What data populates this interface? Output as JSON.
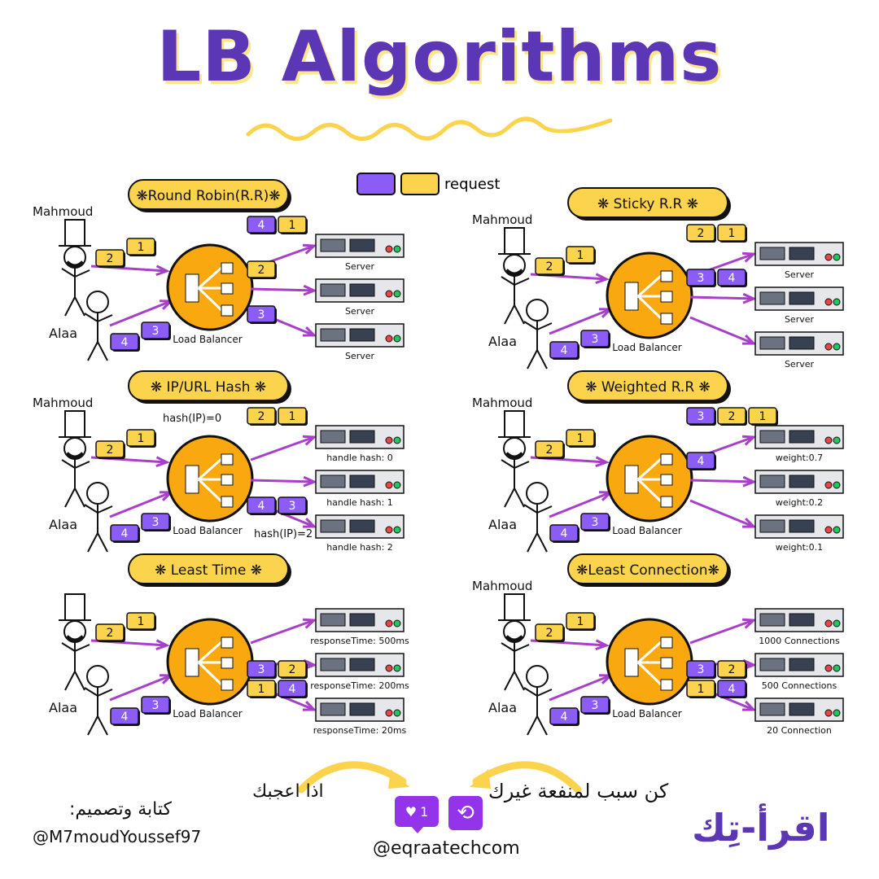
{
  "title": "LB Algorithms",
  "legend": {
    "label": "request",
    "colors": [
      "#8b5cf6",
      "#fcd34d"
    ]
  },
  "colors": {
    "purple": "#8b5cf6",
    "yellow": "#fcd34d",
    "lb": "#f9a90f",
    "arrow": "#a83fc9",
    "title": "#5b37b5"
  },
  "panels": [
    {
      "title": "❋Round Robin(R.R)❋",
      "users": [
        "Mahmoud",
        "Alaa"
      ],
      "lb_label": "Load Balancer",
      "servers": [
        {
          "label": "Server",
          "tags": [
            {
              "n": "4",
              "c": "purple"
            },
            {
              "n": "1",
              "c": "yellow"
            }
          ]
        },
        {
          "label": "Server",
          "tags": [
            {
              "n": "2",
              "c": "yellow"
            }
          ]
        },
        {
          "label": "Server",
          "tags": [
            {
              "n": "3",
              "c": "purple"
            }
          ]
        }
      ],
      "notes": []
    },
    {
      "title": "❋   Sticky R.R   ❋",
      "users": [
        "Mahmoud",
        "Alaa"
      ],
      "lb_label": "Load Balancer",
      "servers": [
        {
          "label": "Server",
          "tags": [
            {
              "n": "2",
              "c": "yellow"
            },
            {
              "n": "1",
              "c": "yellow"
            }
          ]
        },
        {
          "label": "Server",
          "tags": [
            {
              "n": "3",
              "c": "purple"
            },
            {
              "n": "4",
              "c": "purple"
            }
          ]
        },
        {
          "label": "Server",
          "tags": []
        }
      ],
      "notes": []
    },
    {
      "title": "❋ IP/URL Hash ❋",
      "users": [
        "Mahmoud",
        "Alaa"
      ],
      "lb_label": "Load Balancer",
      "servers": [
        {
          "label": "handle hash: 0",
          "tags": [
            {
              "n": "2",
              "c": "yellow"
            },
            {
              "n": "1",
              "c": "yellow"
            }
          ]
        },
        {
          "label": "handle hash: 1",
          "tags": []
        },
        {
          "label": "handle hash: 2",
          "tags": [
            {
              "n": "4",
              "c": "purple"
            },
            {
              "n": "3",
              "c": "purple"
            }
          ]
        }
      ],
      "notes": [
        "hash(IP)=0",
        "hash(IP)=2"
      ]
    },
    {
      "title": "❋ Weighted R.R ❋",
      "users": [
        "Mahmoud",
        "Alaa"
      ],
      "lb_label": "Load Balancer",
      "servers": [
        {
          "label": "weight:0.7",
          "tags": [
            {
              "n": "3",
              "c": "purple"
            },
            {
              "n": "2",
              "c": "yellow"
            },
            {
              "n": "1",
              "c": "yellow"
            }
          ]
        },
        {
          "label": "weight:0.2",
          "tags": [
            {
              "n": "4",
              "c": "purple"
            }
          ]
        },
        {
          "label": "weight:0.1",
          "tags": []
        }
      ],
      "notes": []
    },
    {
      "title": "❋   Least Time   ❋",
      "users": [
        "",
        "Alaa"
      ],
      "lb_label": "Load Balancer",
      "servers": [
        {
          "label": "responseTime: 500ms",
          "tags": []
        },
        {
          "label": "responseTime: 200ms",
          "tags": []
        },
        {
          "label": "responseTime: 20ms",
          "tags": [
            {
              "n": "3",
              "c": "purple"
            },
            {
              "n": "2",
              "c": "yellow"
            },
            {
              "n": "1",
              "c": "yellow"
            },
            {
              "n": "4",
              "c": "purple"
            }
          ]
        }
      ],
      "notes": []
    },
    {
      "title": "❋Least Connection❋",
      "users": [
        "Mahmoud",
        "Alaa"
      ],
      "lb_label": "Load Balancer",
      "servers": [
        {
          "label": "1000 Connections",
          "tags": []
        },
        {
          "label": "500 Connections",
          "tags": []
        },
        {
          "label": "20 Connection",
          "tags": [
            {
              "n": "3",
              "c": "purple"
            },
            {
              "n": "2",
              "c": "yellow"
            },
            {
              "n": "1",
              "c": "yellow"
            },
            {
              "n": "4",
              "c": "purple"
            }
          ]
        }
      ],
      "notes": []
    }
  ],
  "user_tags": {
    "user1": [
      {
        "n": "2",
        "c": "yellow"
      },
      {
        "n": "1",
        "c": "yellow"
      }
    ],
    "user2": [
      {
        "n": "4",
        "c": "purple"
      },
      {
        "n": "3",
        "c": "purple"
      }
    ]
  },
  "footer": {
    "left_arabic": "كتابة وتصميم:",
    "author": "@M7moudYoussef97",
    "if_like": "اذا اعجبك",
    "share": "كن سبب لمنفعة غيرك",
    "like_count": "1",
    "handle": "@eqraatechcom",
    "logo": "اقرأ-تِك",
    "icons": [
      "heart-icon",
      "repost-icon"
    ]
  }
}
